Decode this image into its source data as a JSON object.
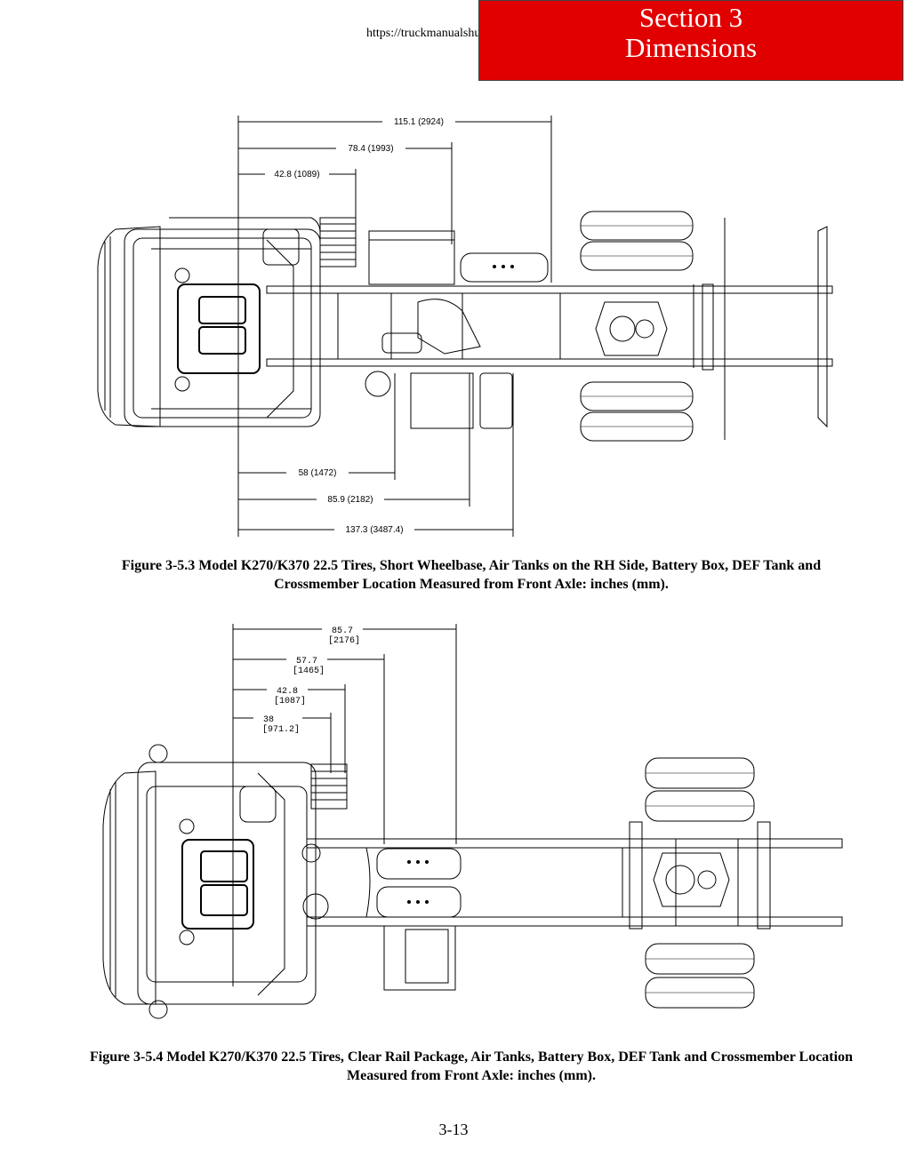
{
  "header": {
    "url": "https://truckmanualshub.com/",
    "section_line1": "Section 3",
    "section_line2": "Dimensions"
  },
  "figure1": {
    "dims_top": [
      "115.1 (2924)",
      "78.4 (1993)",
      "42.8 (1089)"
    ],
    "dims_bottom": [
      "58 (1472)",
      "85.9 (2182)",
      "137.3 (3487.4)"
    ],
    "caption": "Figure  3-5.3 Model K270/K370 22.5 Tires, Short Wheelbase, Air Tanks on the RH Side, Battery Box, DEF Tank and  Crossmember Location Measured from Front Axle: inches (mm)."
  },
  "figure2": {
    "dims": [
      {
        "in": "85.7",
        "mm": "[2176]"
      },
      {
        "in": "57.7",
        "mm": "[1465]"
      },
      {
        "in": "42.8",
        "mm": "[1087]"
      },
      {
        "in": "38",
        "mm": "[971.2]"
      }
    ],
    "caption": "Figure  3-5.4 Model K270/K370 22.5 Tires, Clear Rail Package, Air Tanks, Battery Box, DEF Tank and Crossmember Location Measured from Front Axle: inches (mm)."
  },
  "footer": {
    "page_number": "3-13"
  }
}
